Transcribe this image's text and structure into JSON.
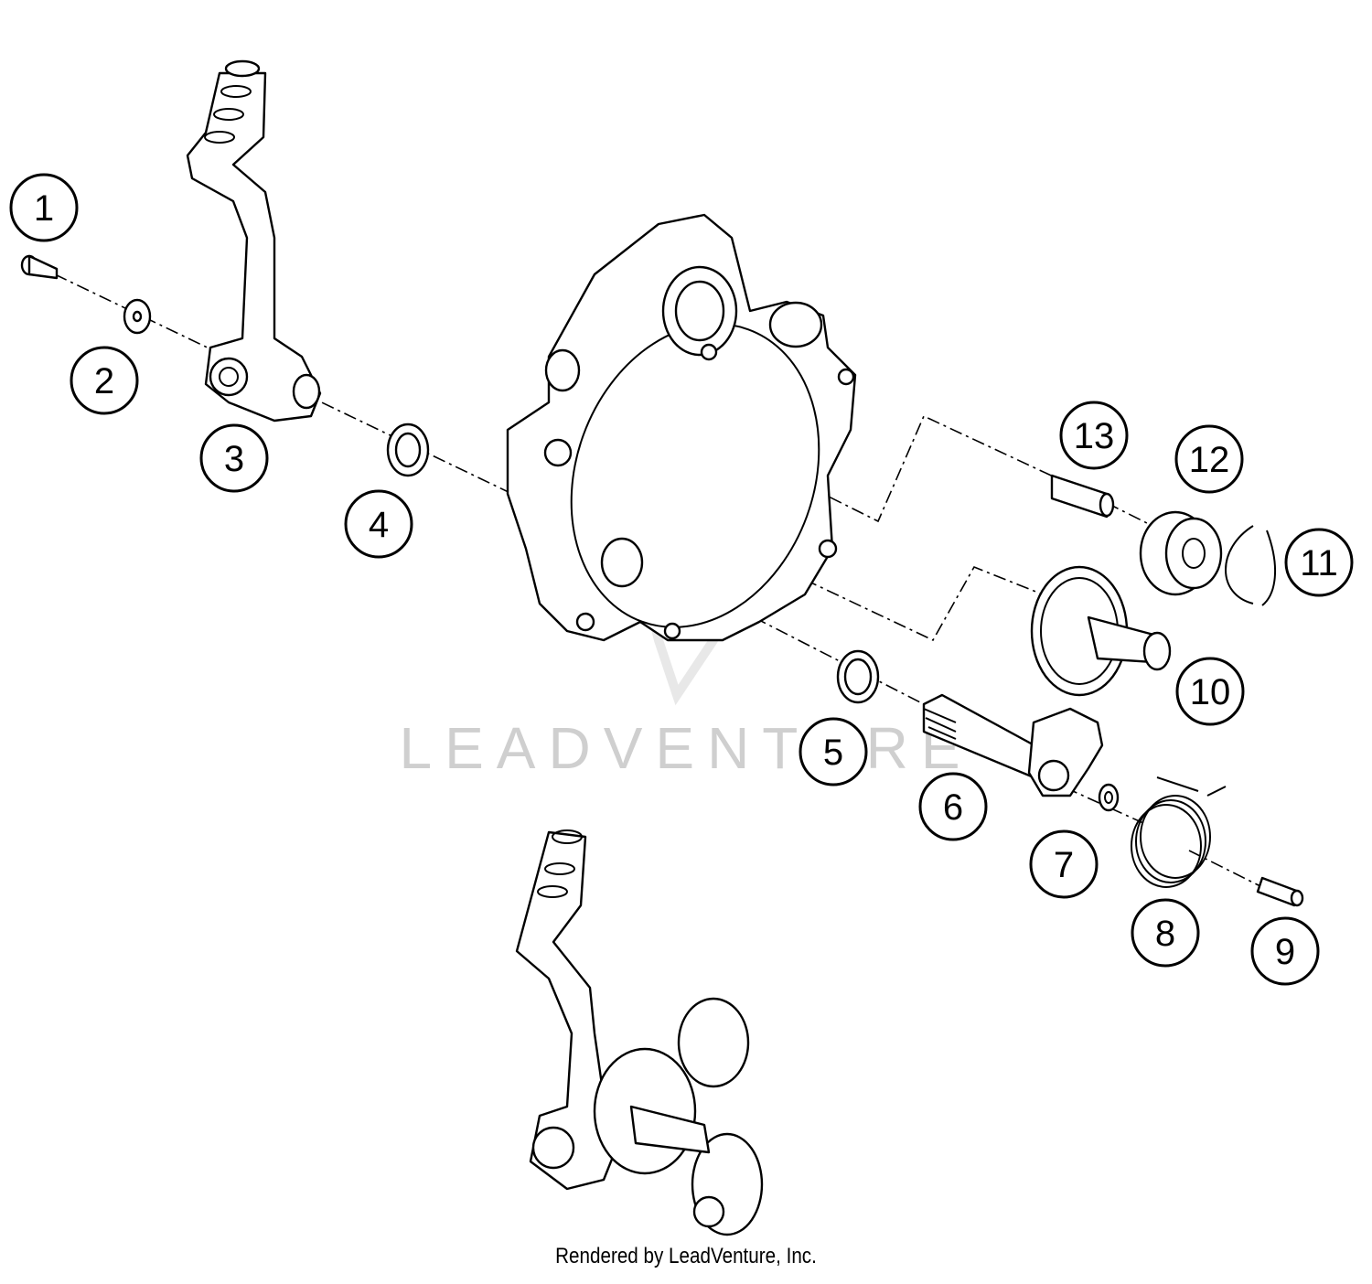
{
  "diagram": {
    "callouts": [
      "1",
      "2",
      "3",
      "4",
      "5",
      "6",
      "7",
      "8",
      "9",
      "10",
      "11",
      "12",
      "13"
    ],
    "watermark": "LEADVENTURE",
    "footer": "Rendered by LeadVenture, Inc."
  }
}
